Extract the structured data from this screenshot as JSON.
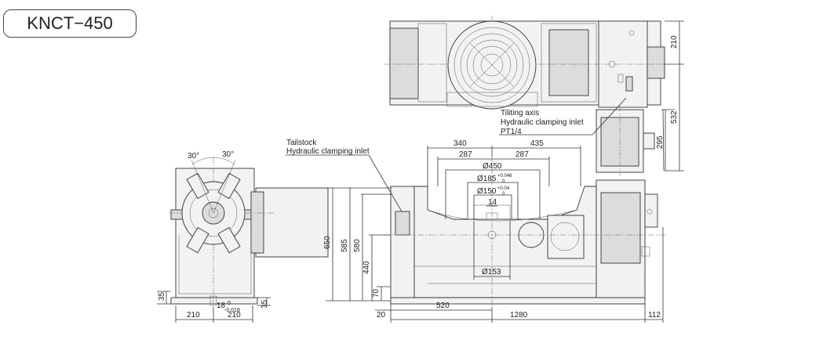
{
  "title": "KNCT−450",
  "annotations": {
    "tilting_axis_line1": "Tiliting axis",
    "tilting_axis_line2": "Hydraulic clamping inlet",
    "tilting_axis_line3": "PT1/4",
    "tailstock_line1": "Tailstock",
    "tailstock_line2": "Hydraulic clamping inlet"
  },
  "dimensions": {
    "angle_left": "30°",
    "angle_right": "30°",
    "d650": "650",
    "d585": "585",
    "d580": "580",
    "d440": "440",
    "d70": "70",
    "d35_left": "35",
    "d35_right": "35",
    "d18": "18",
    "d18_tol_upper": "0",
    "d18_tol_lower": "-0.018",
    "d210_left": "210",
    "d210_right": "210",
    "d340": "340",
    "d435": "435",
    "d287_left": "287",
    "d287_right": "287",
    "d450": "Ø450",
    "d185": "Ø185",
    "d185_tol_upper": "+0.046",
    "d185_tol_lower": "0",
    "d150": "Ø150",
    "d150_tol_upper": "+0.04",
    "d150_tol_lower": "0",
    "d14": "14",
    "d153": "Ø153",
    "d20": "20",
    "d520": "520",
    "d1280": "1280",
    "d112": "112",
    "d210_top": "210",
    "d532": "532",
    "d295": "295"
  }
}
